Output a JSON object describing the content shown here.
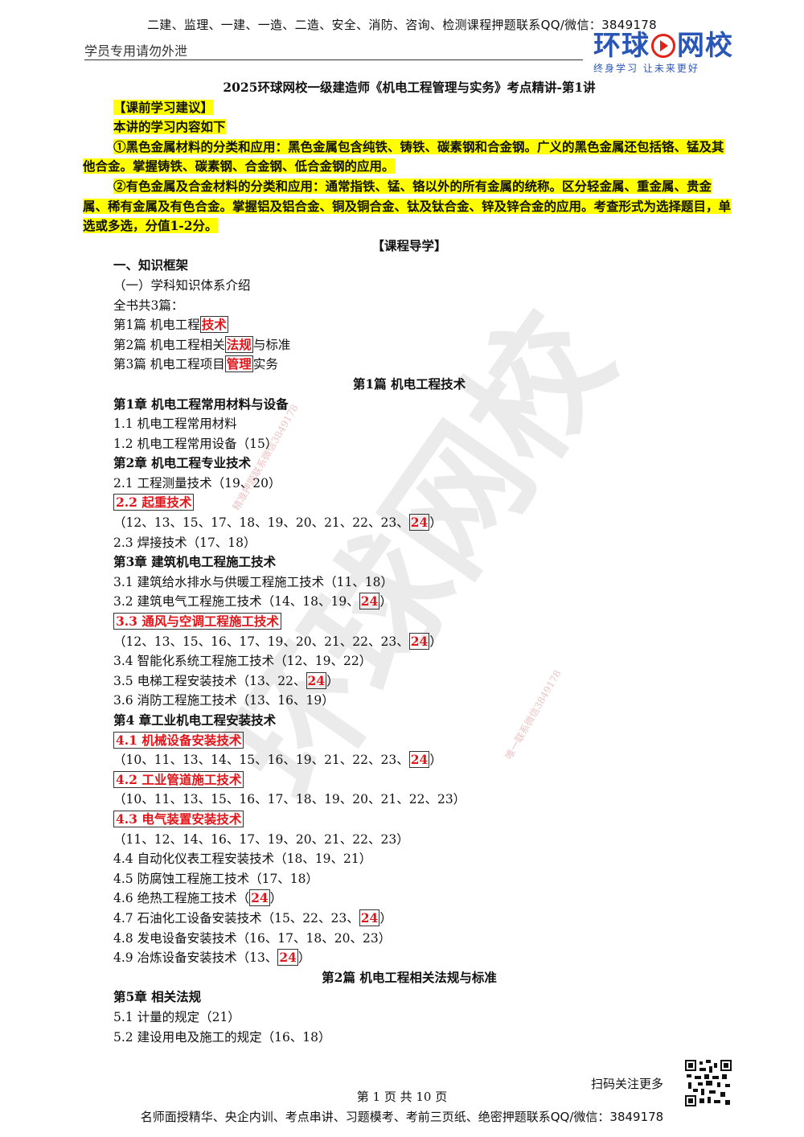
{
  "header": {
    "banner": "二建、监理、一建、一造、二造、安全、消防、咨询、检测课程押题联系QQ/微信：3849178",
    "confidential": "学员专用请勿外泄",
    "logo_text_left": "环球",
    "logo_text_right": "网校",
    "logo_slogan": "终身学习 让未来更好"
  },
  "title": "2025环球网校一级建造师《机电工程管理与实务》考点精讲-第1讲",
  "advice": {
    "heading": "【课前学习建议】",
    "intro": "本讲的学习内容如下",
    "p1": "①黑色金属材料的分类和应用：黑色金属包含纯铁、铸铁、碳素钢和合金钢。广义的黑色金属还包括铬、锰及其他合金。掌握铸铁、碳素钢、合金钢、低合金钢的应用。",
    "p2": "②有色金属及合金材料的分类和应用：通常指铁、锰、铬以外的所有金属的统称。区分轻金属、重金属、贵金属、稀有金属及有色合金。掌握铝及铝合金、铜及铜合金、钛及钛合金、锌及锌合金的应用。考查形式为选择题目，单选或多选，分值1-2分。"
  },
  "guide_heading": "【课程导学】",
  "framework": {
    "heading": "一、知识框架",
    "sub": "（一）学科知识体系介绍",
    "books_intro": "全书共3篇：",
    "book1_pre": "第1篇 机电工程",
    "book1_hl": "技术",
    "book2_pre": "第2篇 机电工程相关",
    "book2_hl": "法规",
    "book2_post": "与标准",
    "book3_pre": "第3篇 机电工程项目",
    "book3_hl": "管理",
    "book3_post": "实务"
  },
  "part1": {
    "title": "第1篇 机电工程技术",
    "ch1": "第1章 机电工程常用材料与设备",
    "s11": "1.1 机电工程常用材料",
    "s12": "1.2 机电工程常用设备（15）",
    "ch2": "第2章 机电工程专业技术",
    "s21": "2.1 工程测量技术（19、20）",
    "s22": "2.2 起重技术",
    "s22_years": "（12、13、15、17、18、19、20、21、22、23、",
    "s23": "2.3 焊接技术（17、18）",
    "ch3": "第3章 建筑机电工程施工技术",
    "s31": "3.1 建筑给水排水与供暖工程施工技术（11、18）",
    "s32": "3.2 建筑电气工程施工技术（14、18、19、",
    "s33": "3.3 通风与空调工程施工技术",
    "s33_years": "（12、13、15、16、17、19、20、21、22、23、",
    "s34": "3.4 智能化系统工程施工技术（12、19、22）",
    "s35": "3.5 电梯工程安装技术（13、22、",
    "s36": "3.6 消防工程施工技术（13、16、19）",
    "ch4": "第4 章工业机电工程安装技术",
    "s41": "4.1 机械设备安装技术",
    "s41_years": "（10、11、13、14、15、16、19、21、22、23、",
    "s42": "4.2 工业管道施工技术",
    "s42_years": "（10、11、13、15、16、17、18、19、20、21、22、23）",
    "s43": "4.3 电气装置安装技术",
    "s43_years": "（11、12、14、16、17、19、20、21、22、23）",
    "s44": "4.4 自动化仪表工程安装技术（18、19、21）",
    "s45": "4.5 防腐蚀工程施工技术（17、18）",
    "s46": "4.6 绝热工程施工技术（",
    "s47": "4.7 石油化工设备安装技术（15、22、23、",
    "s48": "4.8 发电设备安装技术（16、17、18、20、23）",
    "s49": "4.9 冶炼设备安装技术（13、",
    "hot_year": "24",
    "close": "）"
  },
  "part2": {
    "title": "第2篇 机电工程相关法规与标准",
    "ch5": "第5章 相关法规",
    "s51": "5.1 计量的规定（21）",
    "s52": "5.2 建设用电及施工的规定（16、18）"
  },
  "watermark": {
    "big": "环球网校",
    "small1": "精准押题联系微信3849178",
    "small2": "唯一联系微信3849178"
  },
  "footer": {
    "scan": "扫码关注更多",
    "page": "第 1 页 共 10 页",
    "banner": "名师面授精华、央企内训、考点串讲、习题模考、考前三页纸、绝密押题联系QQ/微信：3849178"
  }
}
